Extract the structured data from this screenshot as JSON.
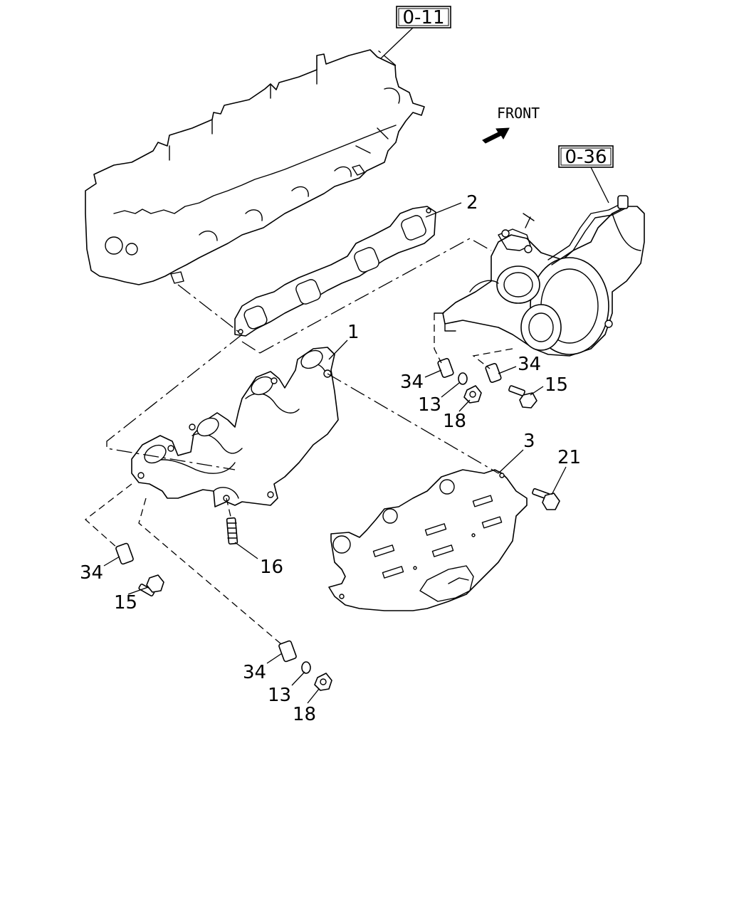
{
  "references": [
    {
      "id": "ref-top",
      "text": "0-11"
    },
    {
      "id": "ref-turbo",
      "text": "0-36"
    }
  ],
  "direction": {
    "text": "FRONT",
    "icon": "arrow-icon"
  },
  "callouts": [
    {
      "id": "c-2",
      "text": "2"
    },
    {
      "id": "c-1",
      "text": "1"
    },
    {
      "id": "c-34a",
      "text": "34"
    },
    {
      "id": "c-13a",
      "text": "13"
    },
    {
      "id": "c-18a",
      "text": "18"
    },
    {
      "id": "c-34b",
      "text": "34"
    },
    {
      "id": "c-15a",
      "text": "15"
    },
    {
      "id": "c-3",
      "text": "3"
    },
    {
      "id": "c-21",
      "text": "21"
    },
    {
      "id": "c-16",
      "text": "16"
    },
    {
      "id": "c-34c",
      "text": "34"
    },
    {
      "id": "c-15b",
      "text": "15"
    },
    {
      "id": "c-34d",
      "text": "34"
    },
    {
      "id": "c-13b",
      "text": "13"
    },
    {
      "id": "c-18b",
      "text": "18"
    }
  ]
}
